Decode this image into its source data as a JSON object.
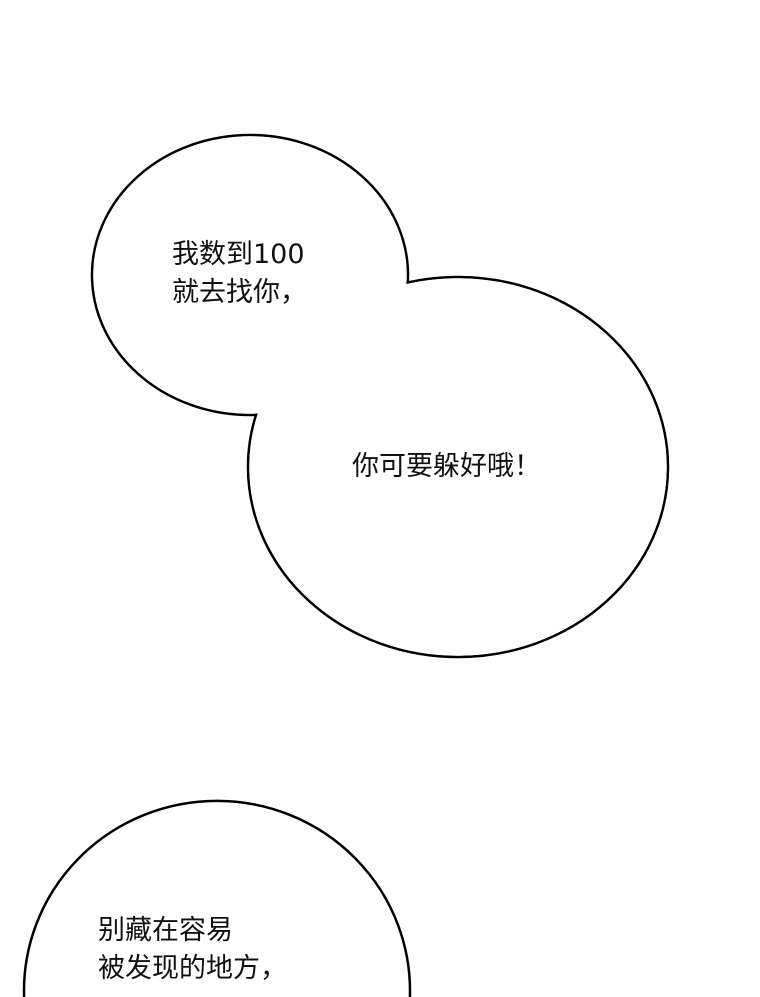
{
  "bubbles": [
    {
      "lines": [
        "我数到100",
        "就去找你，"
      ]
    },
    {
      "lines": [
        "你可要躲好哦！"
      ]
    },
    {
      "lines": [
        "别藏在容易",
        "被发现的地方，"
      ]
    }
  ],
  "colors": {
    "outline": "#000000",
    "fill": "#ffffff",
    "text": "#111111"
  }
}
